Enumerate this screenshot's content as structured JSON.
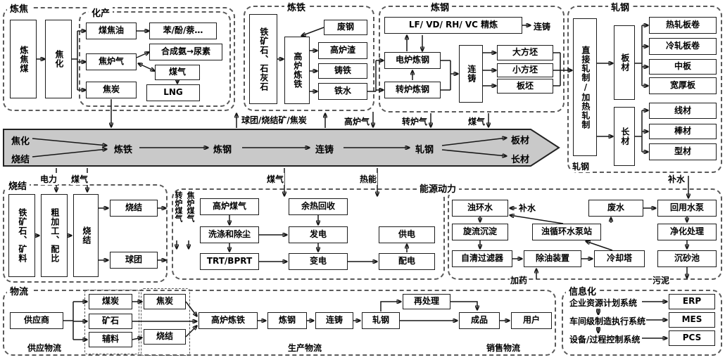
{
  "colors": {
    "banner_fill": "#c9c9c9",
    "line": "#1a1a1a"
  },
  "coking": {
    "title": "炼焦",
    "coking_coal": "炼焦煤",
    "coke_plant": "焦化",
    "chem": {
      "title": "化产",
      "coal_tar": "煤焦油",
      "benzene": "苯/酚/萘…",
      "ammonia_urea": "合成氨→尿素",
      "coke_oven_gas": "焦炉气",
      "gas": "煤气",
      "coke": "焦炭",
      "lng": "LNG"
    }
  },
  "ironmaking": {
    "title": "炼铁",
    "ore_limestone": "铁矿石、石灰石",
    "blast_furnace": "高炉炼铁",
    "scrap": "废钢",
    "slag": "高炉渣",
    "cast_iron": "铸铁",
    "hot_metal": "铁水"
  },
  "steelmaking": {
    "title": "炼钢",
    "refining": "LF/ VD/ RH/ VC 精炼",
    "casting_label": "连铸",
    "eaf": "电炉炼钢",
    "bof": "转炉炼钢",
    "caster": "连铸",
    "bloom": "大方坯",
    "billet": "小方坯",
    "slab": "板坯"
  },
  "rolling": {
    "title": "轧钢",
    "process": "直接轧制/加热轧制",
    "plate": "板材",
    "hot_coil": "热轧板卷",
    "cold_coil": "冷轧板卷",
    "medium_plate": "中板",
    "heavy_plate": "宽厚板",
    "long_products": "长材",
    "wire_rod": "线材",
    "bar": "棒材",
    "section_steel": "型材",
    "bottom_label": "轧钢"
  },
  "flow_labels": {
    "pellet_sinter_coke": "球团/烧结矿/焦炭",
    "bf_gas": "高炉气",
    "bof_gas": "转炉气",
    "gas": "煤气"
  },
  "banner": {
    "coking": "焦化",
    "sintering": "烧结",
    "ironmaking": "炼铁",
    "steelmaking": "炼钢",
    "casting": "连铸",
    "rolling": "轧钢",
    "plate": "板材",
    "long_products": "长材"
  },
  "sintering": {
    "title": "烧结",
    "power": "电力",
    "gas": "煤气",
    "ore": "铁矿石、矿料",
    "prep": "粗加工、配比",
    "sinter_col": "烧结",
    "sinter": "烧结",
    "pellet": "球团"
  },
  "energy": {
    "title": "能源动力",
    "bof_gas": "转炉煤气",
    "coke_gas": "焦炉煤气",
    "gas_label": "煤气",
    "heat_label": "热能",
    "bf_gas": "高炉煤气",
    "heat_recovery": "余热回收",
    "washing": "洗涤和除尘",
    "power_gen": "发电",
    "trt": "TRT/BPRT",
    "substation": "变电",
    "power_supply": "供电",
    "distribution": "配电"
  },
  "water": {
    "turbid": "浊环水",
    "makeup1": "补水",
    "waste": "废水",
    "reuse_pump": "回用水泵",
    "cyclone": "旋流沉淀",
    "pump_station": "浊循环水泵站",
    "purification": "净化处理",
    "self_filter": "自清过滤器",
    "deoiler": "除油装置",
    "cooling_tower": "冷却塔",
    "sand_basin": "沉砂池",
    "makeup2": "补水",
    "dosing": "加药",
    "sludge": "污泥"
  },
  "logistics": {
    "title": "物流",
    "supplier": "供应商",
    "coal": "煤炭",
    "ore": "矿石",
    "aux": "辅料",
    "coke": "焦炭",
    "sinter": "烧结",
    "bf": "高炉炼铁",
    "steelmaking": "炼钢",
    "casting": "连铸",
    "rolling": "轧钢",
    "reprocess": "再处理",
    "product": "成品",
    "customer": "用户",
    "supply_label": "供应物流",
    "production_label": "生产物流",
    "sales_label": "销售物流"
  },
  "info": {
    "title": "信息化",
    "erp_label": "企业资源计划系统",
    "erp": "ERP",
    "mes_label": "车间级制造执行系统",
    "mes": "MES",
    "pcs_label": "设备/过程控制系统",
    "pcs": "PCS"
  }
}
